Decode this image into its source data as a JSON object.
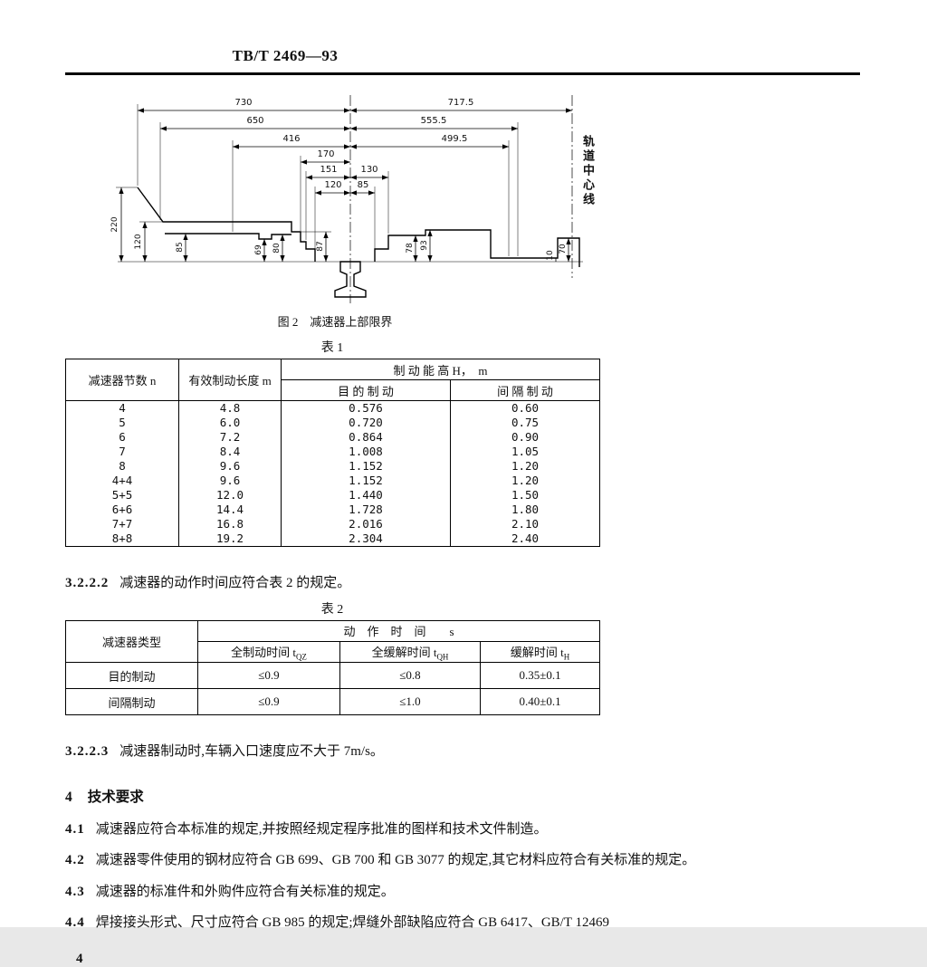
{
  "header": {
    "title": "TB/T 2469—93"
  },
  "figure": {
    "caption": "图 2　减速器上部限界",
    "axis_label": "轨道中心线",
    "dims": {
      "w730": "730",
      "w717": "717.5",
      "w650": "650",
      "w555": "555.5",
      "w416": "416",
      "w499": "499.5",
      "w170": "170",
      "w151": "151",
      "w130": "130",
      "w120": "120",
      "w85": "85",
      "h220": "220",
      "h120": "120",
      "h85": "85",
      "h69": "69",
      "h80": "80",
      "h87": "87",
      "h78": "78",
      "h93": "93",
      "h10": "10",
      "h70": "70"
    }
  },
  "table1": {
    "label": "表 1",
    "headers": {
      "col1": "减速器节数 n",
      "col2": "有效制动长度 m",
      "group": "制 动 能 高 H，　m",
      "sub1": "目 的 制 动",
      "sub2": "间 隔 制 动"
    },
    "rows": [
      [
        "4",
        "4.8",
        "0.576",
        "0.60"
      ],
      [
        "5",
        "6.0",
        "0.720",
        "0.75"
      ],
      [
        "6",
        "7.2",
        "0.864",
        "0.90"
      ],
      [
        "7",
        "8.4",
        "1.008",
        "1.05"
      ],
      [
        "8",
        "9.6",
        "1.152",
        "1.20"
      ],
      [
        "4+4",
        "9.6",
        "1.152",
        "1.20"
      ],
      [
        "5+5",
        "12.0",
        "1.440",
        "1.50"
      ],
      [
        "6+6",
        "14.4",
        "1.728",
        "1.80"
      ],
      [
        "7+7",
        "16.8",
        "2.016",
        "2.10"
      ],
      [
        "8+8",
        "19.2",
        "2.304",
        "2.40"
      ]
    ]
  },
  "para_3222": {
    "num": "3.2.2.2",
    "text": "减速器的动作时间应符合表 2 的规定。"
  },
  "table2": {
    "label": "表 2",
    "headers": {
      "col1": "减速器类型",
      "group": "动　作　时　间　　s",
      "sub1": {
        "t": "全制动时间 t",
        "s": "QZ"
      },
      "sub2": {
        "t": "全缓解时间 t",
        "s": "QH"
      },
      "sub3": {
        "t": "缓解时间 t",
        "s": "H"
      }
    },
    "rows": [
      [
        "目的制动",
        "≤0.9",
        "≤0.8",
        "0.35±0.1"
      ],
      [
        "间隔制动",
        "≤0.9",
        "≤1.0",
        "0.40±0.1"
      ]
    ]
  },
  "para_3223": {
    "num": "3.2.2.3",
    "text": "减速器制动时,车辆入口速度应不大于 7m/s。"
  },
  "section4": {
    "num": "4",
    "title": "技术要求"
  },
  "paras": [
    {
      "num": "4.1",
      "text": "减速器应符合本标准的规定,并按照经规定程序批准的图样和技术文件制造。"
    },
    {
      "num": "4.2",
      "text": "减速器零件使用的钢材应符合 GB 699、GB 700 和 GB 3077 的规定,其它材料应符合有关标准的规定。"
    },
    {
      "num": "4.3",
      "text": "减速器的标准件和外购件应符合有关标准的规定。"
    },
    {
      "num": "4.4",
      "text": "焊接接头形式、尺寸应符合 GB 985 的规定;焊缝外部缺陷应符合 GB 6417、GB/T 12469"
    }
  ],
  "page_number": "4"
}
